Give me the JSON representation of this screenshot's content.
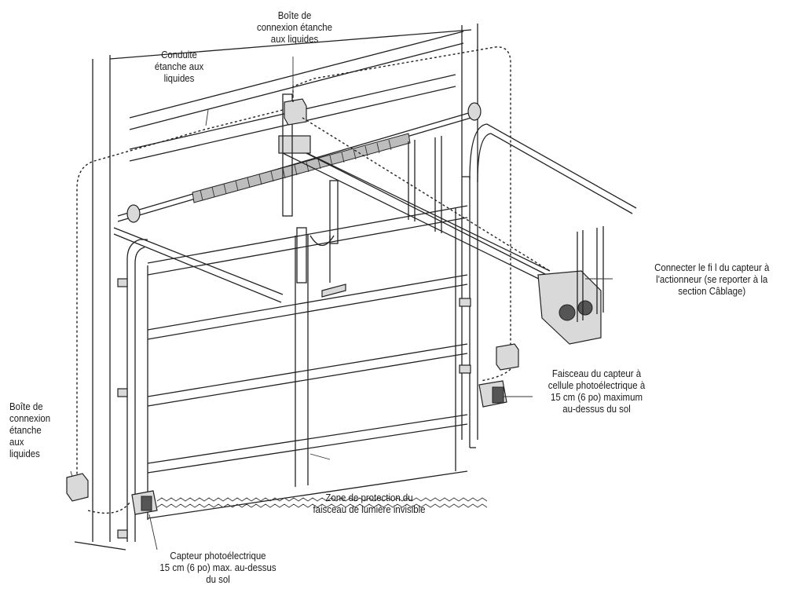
{
  "labels": {
    "boite_top": "Boîte de\nconnexion étanche\naux liquides",
    "conduite": "Conduite\nétanche aux\nliquides",
    "connecter": "Connecter le fi l du capteur à\nl'actionneur (se reporter à la\nsection Câblage)",
    "faisceau_capteur": "Faisceau du capteur à\ncellule photoélectrique à\n15 cm (6 po) maximum\nau-dessus du sol",
    "boite_left": "Boîte de\nconnexion\nétanche\naux\nliquides",
    "zone": "Zone de protection du\nfaisceau de lumière invisible",
    "capteur": "Capteur photoélectrique\n15 cm (6 po) max. au-dessus\ndu sol"
  }
}
